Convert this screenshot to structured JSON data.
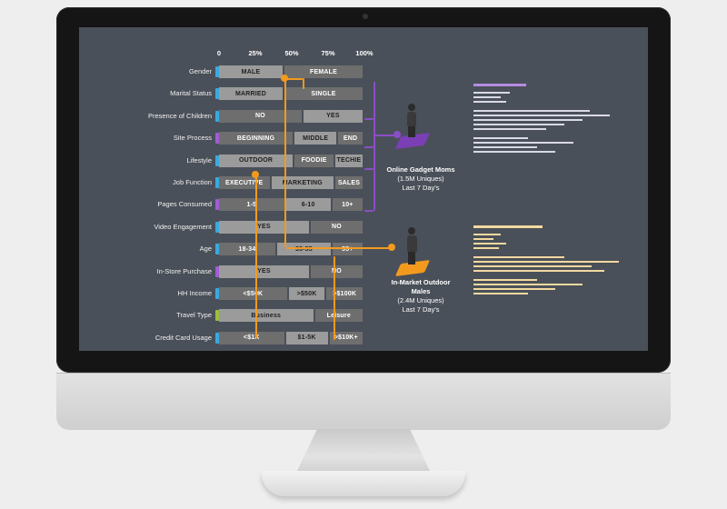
{
  "axis": {
    "ticks": [
      "0",
      "25%",
      "50%",
      "75%",
      "100%"
    ]
  },
  "rows": [
    {
      "label": "Gender",
      "accent": "#3aa9e0",
      "segments": [
        {
          "text": "MALE",
          "pct": 45,
          "tone": "light"
        },
        {
          "text": "FEMALE",
          "pct": 55,
          "tone": "dark"
        }
      ]
    },
    {
      "label": "Marital Status",
      "accent": "#3aa9e0",
      "segments": [
        {
          "text": "MARRIED",
          "pct": 45,
          "tone": "light"
        },
        {
          "text": "SINGLE",
          "pct": 55,
          "tone": "dark"
        }
      ]
    },
    {
      "label": "Presence of Children",
      "accent": "#3aa9e0",
      "segments": [
        {
          "text": "NO",
          "pct": 58,
          "tone": "dark"
        },
        {
          "text": "YES",
          "pct": 42,
          "tone": "light"
        }
      ]
    },
    {
      "label": "Site Process",
      "accent": "#a25cd6",
      "segments": [
        {
          "text": "BEGINNING",
          "pct": 52,
          "tone": "dark"
        },
        {
          "text": "MIDDLE",
          "pct": 30,
          "tone": "light"
        },
        {
          "text": "END",
          "pct": 18,
          "tone": "dark"
        }
      ]
    },
    {
      "label": "Lifestyle",
      "accent": "#3aa9e0",
      "segments": [
        {
          "text": "OUTDOOR",
          "pct": 52,
          "tone": "light"
        },
        {
          "text": "FOODIE",
          "pct": 28,
          "tone": "dark"
        },
        {
          "text": "TECHIE",
          "pct": 20,
          "tone": "light"
        }
      ]
    },
    {
      "label": "Job Function",
      "accent": "#3aa9e0",
      "segments": [
        {
          "text": "EXECUTIVE",
          "pct": 36,
          "tone": "dark"
        },
        {
          "text": "MARKETING",
          "pct": 44,
          "tone": "light"
        },
        {
          "text": "SALES",
          "pct": 20,
          "tone": "dark"
        }
      ]
    },
    {
      "label": "Pages Consumed",
      "accent": "#a25cd6",
      "segments": [
        {
          "text": "1-5",
          "pct": 46,
          "tone": "dark"
        },
        {
          "text": "6-10",
          "pct": 32,
          "tone": "light"
        },
        {
          "text": "10+",
          "pct": 22,
          "tone": "dark"
        }
      ]
    },
    {
      "label": "Video Engagement",
      "accent": "#3aa9e0",
      "segments": [
        {
          "text": "YES",
          "pct": 63,
          "tone": "light"
        },
        {
          "text": "NO",
          "pct": 37,
          "tone": "dark"
        }
      ]
    },
    {
      "label": "Age",
      "accent": "#3aa9e0",
      "segments": [
        {
          "text": "18-34",
          "pct": 40,
          "tone": "dark"
        },
        {
          "text": "35-55",
          "pct": 38,
          "tone": "light"
        },
        {
          "text": "55+",
          "pct": 22,
          "tone": "dark"
        }
      ]
    },
    {
      "label": "In-Store Purchase",
      "accent": "#a25cd6",
      "segments": [
        {
          "text": "YES",
          "pct": 63,
          "tone": "light"
        },
        {
          "text": "NO",
          "pct": 37,
          "tone": "dark"
        }
      ]
    },
    {
      "label": "HH Income",
      "accent": "#3aa9e0",
      "segments": [
        {
          "text": "<$50K",
          "pct": 48,
          "tone": "dark"
        },
        {
          "text": ">$50K",
          "pct": 26,
          "tone": "light"
        },
        {
          "text": ">$100K",
          "pct": 26,
          "tone": "dark"
        }
      ]
    },
    {
      "label": "Travel Type",
      "accent": "#9bbf3b",
      "segments": [
        {
          "text": "Business",
          "pct": 66,
          "tone": "light"
        },
        {
          "text": "Leisure",
          "pct": 34,
          "tone": "dark"
        }
      ]
    },
    {
      "label": "Credit Card Usage",
      "accent": "#3aa9e0",
      "segments": [
        {
          "text": "<$1K",
          "pct": 46,
          "tone": "dark"
        },
        {
          "text": "$1-5K",
          "pct": 30,
          "tone": "light"
        },
        {
          "text": ">$10K+",
          "pct": 24,
          "tone": "dark"
        }
      ]
    }
  ],
  "personas": [
    {
      "title": "Online Gadget Moms",
      "subtitle": "(1.5M Uniques)",
      "period": "Last 7 Day's",
      "color": "#7b3fb5"
    },
    {
      "title": "In-Market Outdoor Males",
      "subtitle": "(2.4M Uniques)",
      "period": "Last 7 Day's",
      "color": "#f39a1e"
    }
  ],
  "colors": {
    "screen_bg": "#4a5059",
    "purple": "#8a4fc7",
    "orange": "#f39a1e",
    "cream": "#f2d9a0"
  }
}
